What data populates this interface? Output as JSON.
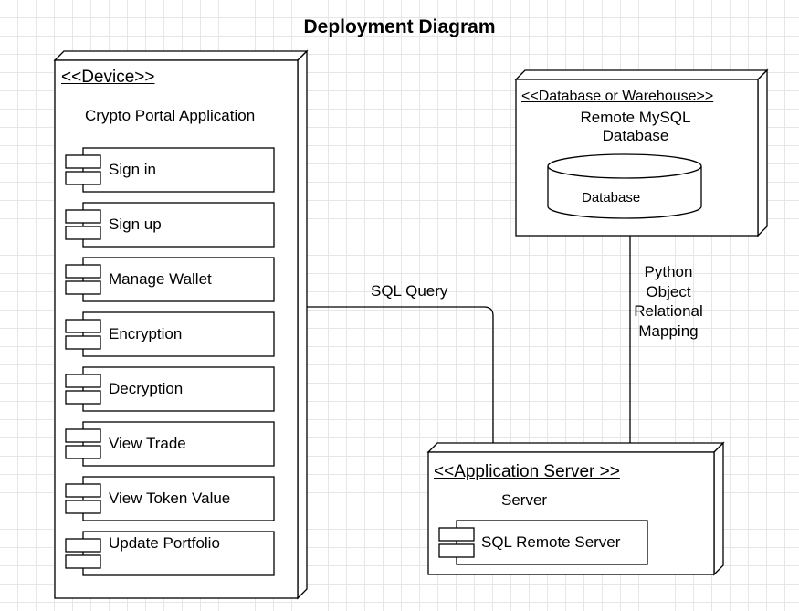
{
  "title": "Deployment Diagram",
  "device": {
    "stereotype": "<<Device>>",
    "name": "Crypto Portal Application",
    "components": [
      "Sign in",
      "Sign up",
      "Manage Wallet",
      "Encryption",
      "Decryption",
      "View Trade",
      "View Token Value",
      "Update Portfolio"
    ]
  },
  "database_node": {
    "stereotype": "<<Database or Warehouse>>",
    "name_line1": "Remote MySQL",
    "name_line2": "Database",
    "cylinder_label": "Database"
  },
  "app_server": {
    "stereotype": "<<Application Server >>",
    "name": "Server",
    "component": "SQL Remote Server"
  },
  "connectors": {
    "sql_query": "SQL Query",
    "orm_line1": "Python",
    "orm_line2": "Object",
    "orm_line3": "Relational",
    "orm_line4": "Mapping"
  }
}
